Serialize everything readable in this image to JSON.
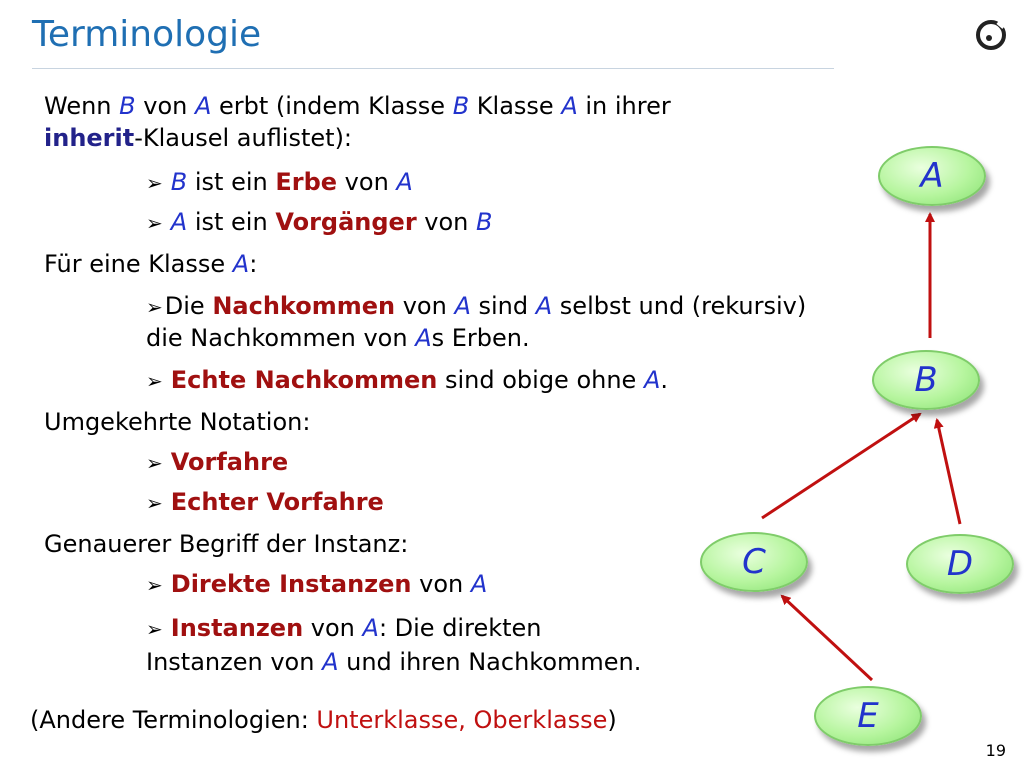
{
  "title": "Terminologie",
  "page_number": "19",
  "lines": {
    "l1": {
      "a": "Wenn ",
      "b": "B",
      "c": " von ",
      "d": "A",
      "e": " erbt (indem Klasse ",
      "f": "B",
      "g": " Klasse ",
      "h": "A",
      "i": " in ihrer"
    },
    "l2": {
      "a": "inherit",
      "b": "-Klausel auflistet):"
    },
    "l3": {
      "a": "B",
      "b": " ist ein ",
      "c": "Erbe",
      "d": " von ",
      "e": "A"
    },
    "l4": {
      "a": "A",
      "b": " ist ein ",
      "c": "Vorgänger",
      "d": " von ",
      "e": "B"
    },
    "l5": {
      "a": "Für eine Klasse ",
      "b": "A",
      "c": ":"
    },
    "l6": {
      "a": "Die ",
      "b": "Nachkommen",
      "c": " von ",
      "d": "A",
      "e": " sind ",
      "f": "A",
      "g": " selbst und (rekursiv)"
    },
    "l7": {
      "a": "die Nachkommen von ",
      "b": "A",
      "c": "s Erben."
    },
    "l8": {
      "a": "Echte Nachkommen",
      "b": " sind obige ohne ",
      "c": "A",
      "d": "."
    },
    "l9": {
      "a": "Umgekehrte Notation:"
    },
    "l10": {
      "a": "Vorfahre"
    },
    "l11": {
      "a": "Echter Vorfahre"
    },
    "l12": {
      "a": "Genauerer Begriff der Instanz:"
    },
    "l13": {
      "a": "Direkte Instanzen",
      "b": " von ",
      "c": "A"
    },
    "l14": {
      "a": "Instanzen",
      "b": " von ",
      "c": "A",
      "d": ": Die direkten"
    },
    "l15": {
      "a": "Instanzen von ",
      "b": "A",
      "c": " und ihren Nachkommen."
    },
    "l16": {
      "a": "(Andere Terminologien: ",
      "b": "Unterklasse, Oberklasse",
      "c": ")"
    }
  },
  "bullet_glyph": "➢",
  "nodes": {
    "a": "A",
    "b": "B",
    "c": "C",
    "d": "D",
    "e": "E"
  },
  "colors": {
    "title": "#1f6fb3",
    "arrow": "#c01010",
    "node_fill": "#b6f59e",
    "variable": "#2233cc",
    "term": "#a01010"
  }
}
